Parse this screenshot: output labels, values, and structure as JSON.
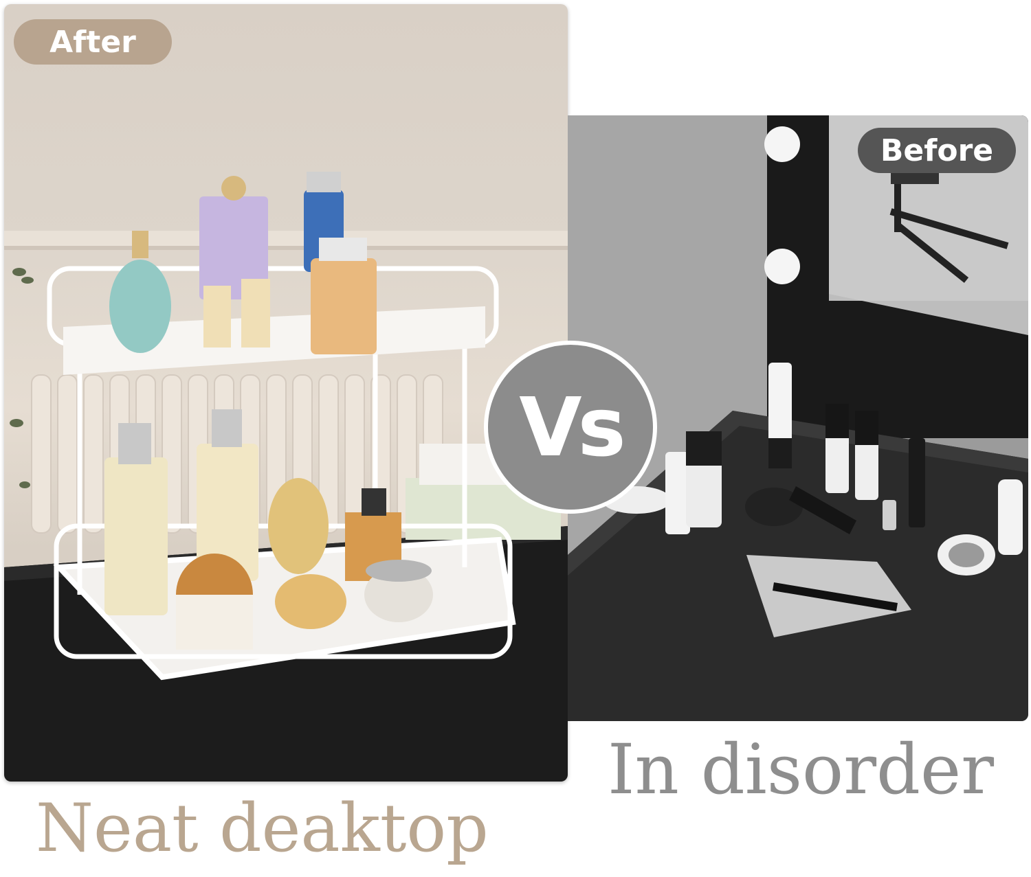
{
  "after_panel": {
    "badge_label": "After",
    "caption": "Neat deaktop"
  },
  "before_panel": {
    "badge_label": "Before",
    "caption": "In disorder"
  },
  "vs_label": "Vs",
  "colors": {
    "after_accent": "#b8a48f",
    "after_caption": "#b9a690",
    "before_accent": "#555555",
    "before_caption": "#8e8e8e",
    "vs_circle": "#8c8c8c"
  },
  "icons": [
    "two-tier-organizer-rack",
    "perfume-bottles",
    "cosmetics-clutter",
    "vanity-mirror-lights"
  ]
}
